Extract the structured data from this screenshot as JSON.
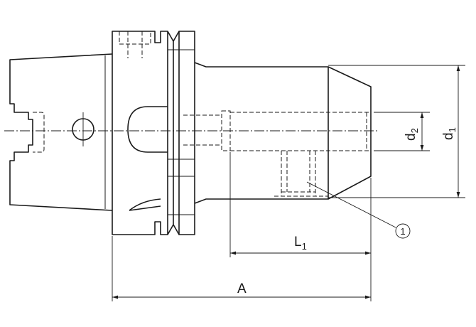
{
  "dimensions": {
    "d1": {
      "base": "d",
      "sub": "1"
    },
    "d2": {
      "base": "d",
      "sub": "2"
    },
    "L1": {
      "base": "L",
      "sub": "1"
    },
    "A": {
      "base": "A"
    }
  },
  "callouts": [
    {
      "label": "1"
    }
  ]
}
